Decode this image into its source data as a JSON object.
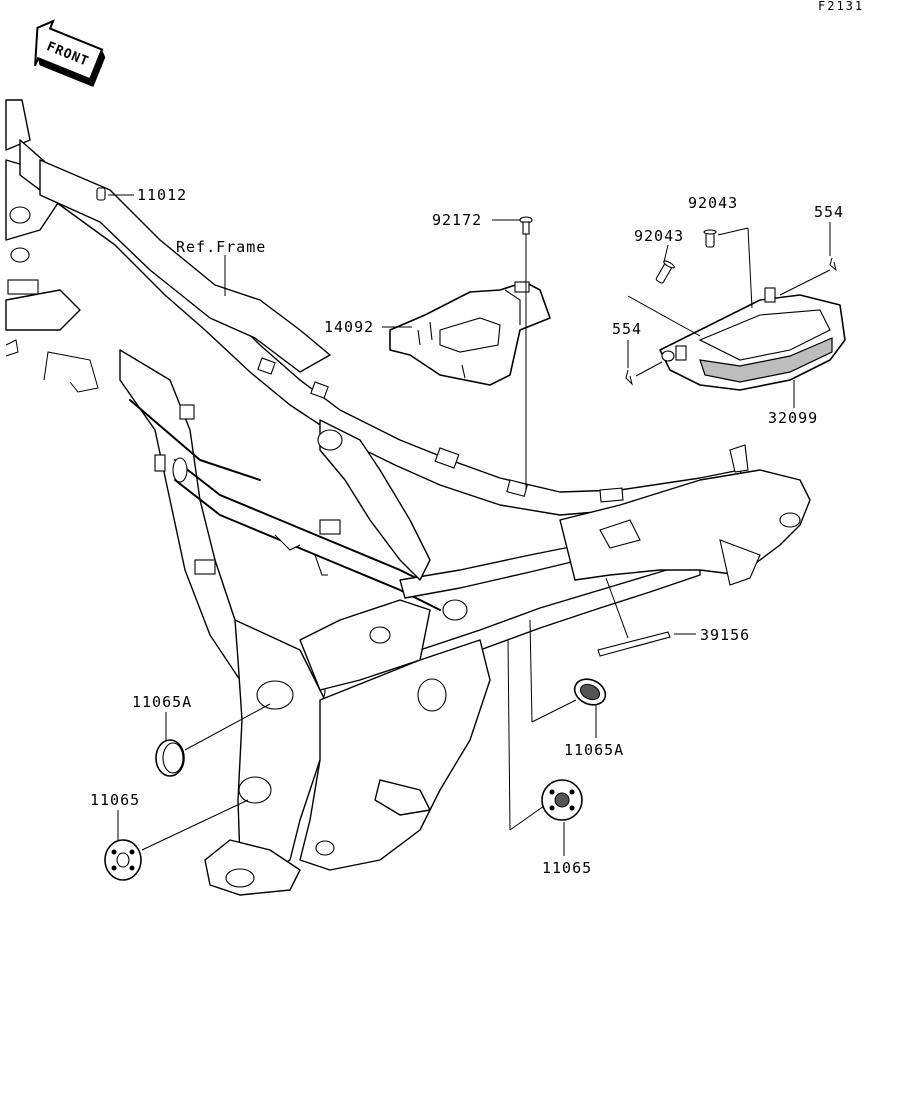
{
  "diagram_code": "F2131",
  "front_label": "FRONT",
  "reference_label": "Ref.Frame",
  "parts": {
    "p11012": "11012",
    "p92172": "92172",
    "p14092": "14092",
    "p92043_top": "92043",
    "p92043_mid": "92043",
    "p554_top": "554",
    "p554_mid": "554",
    "p32099": "32099",
    "p39156": "39156",
    "p11065A_left": "11065A",
    "p11065A_right": "11065A",
    "p11065_left": "11065",
    "p11065_right": "11065"
  }
}
